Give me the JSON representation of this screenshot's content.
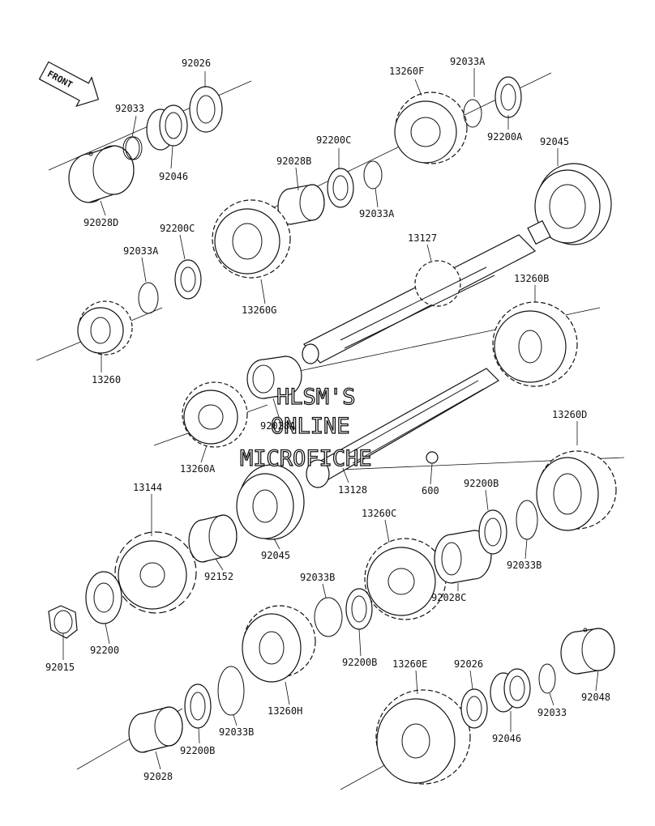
{
  "front_arrow": {
    "text": "FRONT"
  },
  "watermark": {
    "line1": "HLSM'S",
    "line2": "ONLINE",
    "line3": "MICROFICHE"
  },
  "labels": {
    "p92026_top": "92026",
    "p92033_top": "92033",
    "p92046_top": "92046",
    "p92028D": "92028D",
    "p13260F": "13260F",
    "p92033A_top": "92033A",
    "p92200A": "92200A",
    "p92045_top": "92045",
    "p92200C_top": "92200C",
    "p92028B": "92028B",
    "p92033A_mid": "92033A",
    "p92200C_left": "92200C",
    "p92033A_left": "92033A",
    "p13260G": "13260G",
    "p13127": "13127",
    "p13260B": "13260B",
    "p13260": "13260",
    "p92028A": "92028A",
    "p13260A": "13260A",
    "p13128": "13128",
    "p600": "600",
    "p13260D": "13260D",
    "p13144": "13144",
    "p92200B_right": "92200B",
    "p92045_low": "92045",
    "p92152": "92152",
    "p13260C": "13260C",
    "p92033B_right": "92033B",
    "p92028C": "92028C",
    "p92033B_mid": "92033B",
    "p92200": "92200",
    "p92200B_mid": "92200B",
    "p92015": "92015",
    "p13260E": "13260E",
    "p92026_low": "92026",
    "p13260H": "13260H",
    "p92033_low": "92033",
    "p92048": "92048",
    "p92046_low": "92046",
    "p92033B_low": "92033B",
    "p92200B_low": "92200B",
    "p92028": "92028"
  }
}
